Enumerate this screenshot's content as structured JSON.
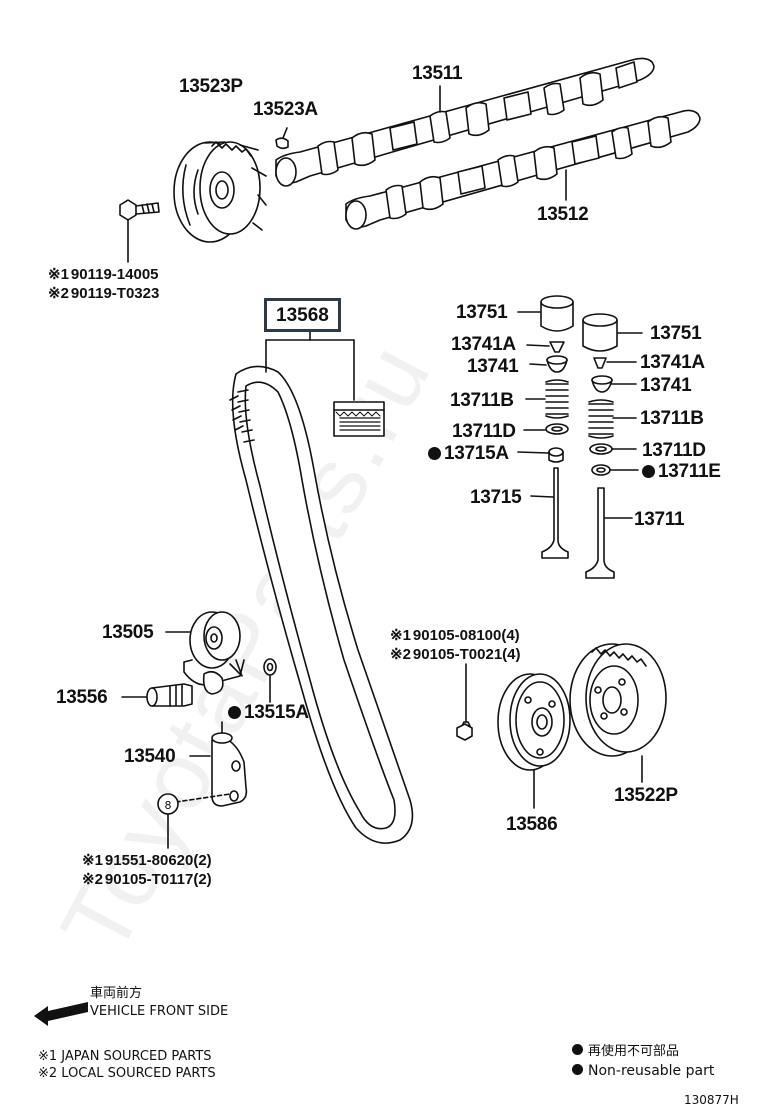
{
  "diagram_id": "130877H",
  "watermark": "ToyotaParts.ru",
  "parts": {
    "p13523P": "13523P",
    "p13523A": "13523A",
    "p13511": "13511",
    "p13512": "13512",
    "p13568": "13568",
    "p13751_left": "13751",
    "p13751_right": "13751",
    "p13741A_left": "13741A",
    "p13741A_right": "13741A",
    "p13741_left": "13741",
    "p13741_right": "13741",
    "p13711B_left": "13711B",
    "p13711B_right": "13711B",
    "p13711D_left": "13711D",
    "p13711D_right": "13711D",
    "p13715A": "13715A",
    "p13711E": "13711E",
    "p13715": "13715",
    "p13711": "13711",
    "p13505": "13505",
    "p13556": "13556",
    "p13515A": "13515A",
    "p13540": "13540",
    "p13586": "13586",
    "p13522P": "13522P"
  },
  "alt_parts": {
    "bolt_pulley": {
      "m1": "※1",
      "v1": "90119-14005",
      "m2": "※2",
      "v2": "90119-T0323"
    },
    "bolt_crank": {
      "m1": "※1",
      "v1": "90105-08100(4)",
      "m2": "※2",
      "v2": "90105-T0021(4)"
    },
    "bolt_tensioner": {
      "m1": "※1",
      "v1": "91551-80620(2)",
      "m2": "※2",
      "v2": "90105-T0117(2)"
    }
  },
  "direction": {
    "jp": "車両前方",
    "en": "VEHICLE FRONT SIDE"
  },
  "legend": {
    "note1": "※1 JAPAN SOURCED PARTS",
    "note2": "※2 LOCAL SOURCED PARTS",
    "nonreuse_jp": "再使用不可部品",
    "nonreuse_en": "Non-reusable part"
  },
  "colors": {
    "line": "#111111",
    "box_border": "#2e3a46"
  },
  "icons": {
    "bullet": "filled-circle",
    "arrow": "left-arrow"
  }
}
